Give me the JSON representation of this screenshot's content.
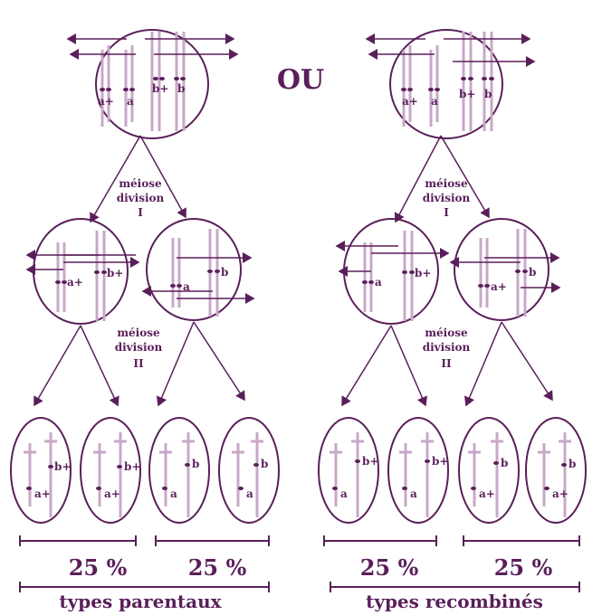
{
  "separator": "OU",
  "labels": {
    "meiose": "méiose",
    "division": "division",
    "div1": "I",
    "div2": "II"
  },
  "alleles": {
    "a_plus": "a+",
    "a": "a",
    "b_plus": "b+",
    "b": "b"
  },
  "percentages": {
    "left_parental_1": "25 %",
    "left_parental_2": "25 %",
    "right_recomb_1": "25 %",
    "right_recomb_2": "25 %"
  },
  "footer": {
    "parental": "types parentaux",
    "recombined": "types recombinés"
  },
  "colors": {
    "outline": "#5a1f5a",
    "chromosome": "#c8a8c8"
  }
}
